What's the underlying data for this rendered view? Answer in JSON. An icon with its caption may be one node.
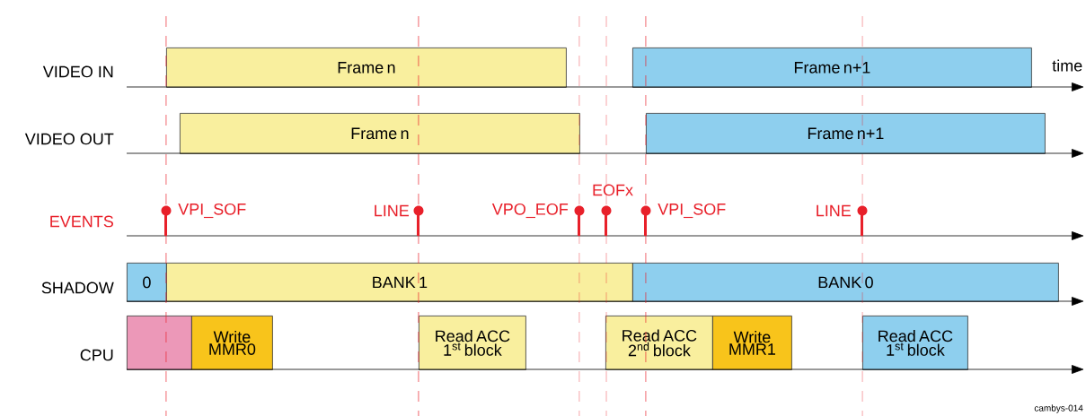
{
  "diagram": {
    "nodes": [
      {
        "text": [
          "Frame n"
        ]
      },
      {
        "text": [
          "Frame n+1"
        ]
      },
      {
        "text": [
          "Frame n"
        ]
      },
      {
        "text": [
          "Frame n+1"
        ]
      },
      {
        "text": [
          "0"
        ]
      },
      {
        "text": [
          "BANK 1"
        ]
      },
      {
        "text": [
          "BANK 0"
        ]
      },
      {
        "text": [],
        "shape": "box"
      },
      {
        "text": [
          "Write MMR0"
        ]
      },
      {
        "text": [
          "Read ACC 1$^{st}$ block"
        ]
      },
      {
        "text": [
          "Read ACC 2$^{nd}$ block"
        ]
      },
      {
        "text": [
          "Write MMR1"
        ]
      },
      {
        "text": [
          "Read ACC 1$^{st}$ block"
        ]
      }
    ],
    "labels": [
      "VIDEO IN",
      "time",
      "VIDEO OUT",
      "EOFx",
      "EVENTS",
      "VPI_SOF",
      "LINE",
      "VPO_EOF",
      "VPI_SOF",
      "LINE",
      "SHADOW",
      "CPU",
      "cambys-014"
    ]
  }
}
